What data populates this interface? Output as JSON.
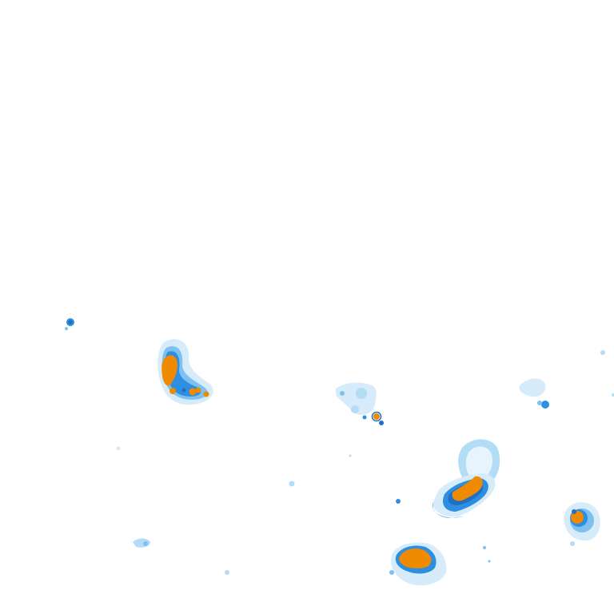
{
  "map": {
    "background": "#ffffff",
    "layer": "precipitation-radar"
  },
  "legend_colors": {
    "light": "#b3dcf7",
    "light_mid": "#7cc1f0",
    "moderate": "#2e8fe0",
    "moderate_dark": "#1f6fc7",
    "heavy": "#f08a00"
  },
  "echoes": [
    {
      "id": "echo-west-tiny",
      "intensity": "moderate"
    },
    {
      "id": "echo-northwest-cell",
      "intensity": "heavy"
    },
    {
      "id": "echo-northwest-cell-tail",
      "intensity": "heavy"
    },
    {
      "id": "echo-central-cluster",
      "intensity": "light"
    },
    {
      "id": "echo-central-small",
      "intensity": "moderate"
    },
    {
      "id": "echo-east-scatter",
      "intensity": "light"
    },
    {
      "id": "echo-far-east-dot",
      "intensity": "light"
    },
    {
      "id": "echo-ring-cell",
      "intensity": "light"
    },
    {
      "id": "echo-southeast-main",
      "intensity": "heavy"
    },
    {
      "id": "echo-east-round-cell",
      "intensity": "heavy"
    },
    {
      "id": "echo-south-cell",
      "intensity": "heavy"
    },
    {
      "id": "echo-small-blob-1",
      "intensity": "light"
    },
    {
      "id": "echo-small-blob-2",
      "intensity": "light"
    },
    {
      "id": "echo-small-blob-3",
      "intensity": "moderate"
    },
    {
      "id": "echo-southwest-blob",
      "intensity": "light"
    }
  ]
}
